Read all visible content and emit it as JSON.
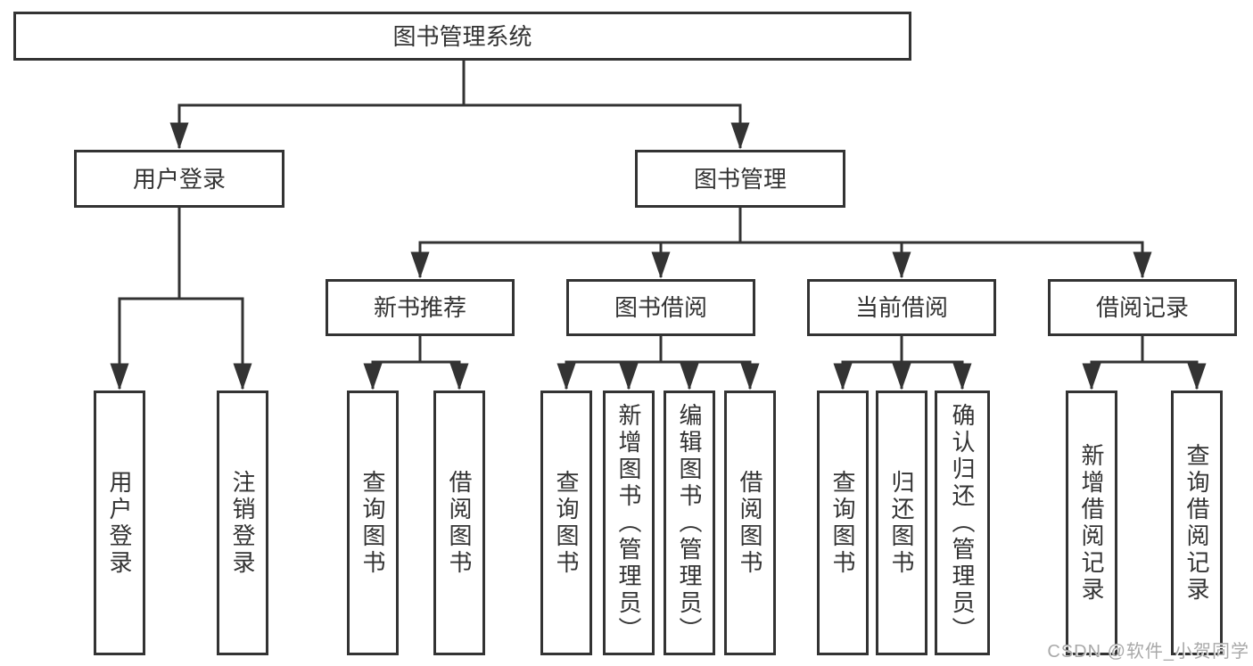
{
  "diagram_type": "hierarchy-tree",
  "tree": {
    "label": "图书管理系统",
    "children": [
      {
        "label": "用户登录",
        "children": [
          {
            "label": "用户登录"
          },
          {
            "label": "注销登录"
          }
        ]
      },
      {
        "label": "图书管理",
        "children": [
          {
            "label": "新书推荐",
            "children": [
              {
                "label": "查询图书"
              },
              {
                "label": "借阅图书"
              }
            ]
          },
          {
            "label": "图书借阅",
            "children": [
              {
                "label": "查询图书"
              },
              {
                "label": "新增图书（管理员）"
              },
              {
                "label": "编辑图书（管理员）"
              },
              {
                "label": "借阅图书"
              }
            ]
          },
          {
            "label": "当前借阅",
            "children": [
              {
                "label": "查询图书"
              },
              {
                "label": "归还图书"
              },
              {
                "label": "确认归还（管理员）"
              }
            ]
          },
          {
            "label": "借阅记录",
            "children": [
              {
                "label": "新增借阅记录"
              },
              {
                "label": "查询借阅记录"
              }
            ]
          }
        ]
      }
    ]
  },
  "watermark": "CSDN @软件_小贺同学",
  "colors": {
    "line": "#333333",
    "box_border": "#333333",
    "box_fill": "#ffffff",
    "text": "#333333",
    "watermark": "#a9a9a9",
    "background": "#ffffff"
  }
}
